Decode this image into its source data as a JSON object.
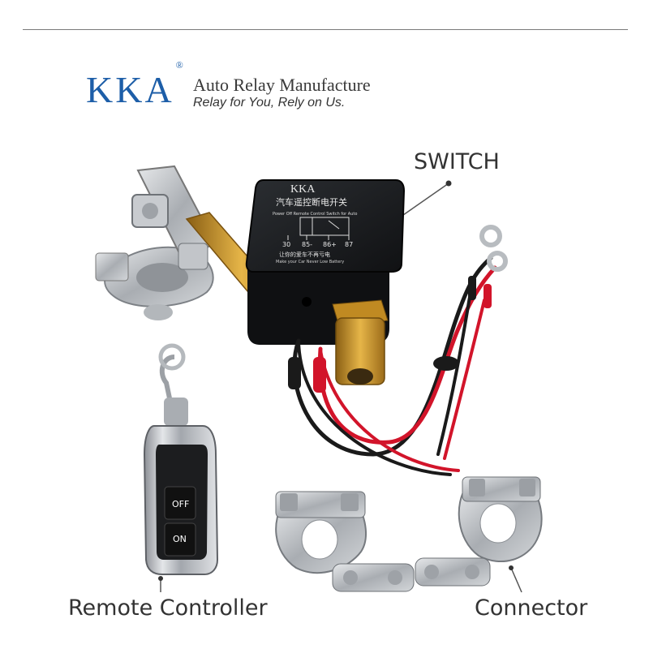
{
  "brand": {
    "logo": "KKA",
    "logo_mark": "®",
    "tagline": "Auto Relay Manufacture",
    "slogan": "Relay for You, Rely on Us."
  },
  "labels": {
    "switch": "SWITCH",
    "remote": "Remote Controller",
    "connector": "Connector"
  },
  "relay": {
    "brand": "KKA",
    "title_cn": "汽车遥控断电开关",
    "subtitle": "Power Off Remote Control Switch for Auto",
    "terminals": [
      "30",
      "85-",
      "86+",
      "87"
    ],
    "footer_cn": "让你的爱车不再亏电",
    "footer_en": "Make your Car Never Low Battery"
  },
  "remote": {
    "off": "OFF",
    "on": "ON"
  },
  "colors": {
    "logo": "#1d5ea8",
    "relay_body": "#1b1d20",
    "brass": "#c9952c",
    "wire_red": "#d2142a",
    "wire_black": "#1a1a1a",
    "metal": "#bfc3c7"
  }
}
